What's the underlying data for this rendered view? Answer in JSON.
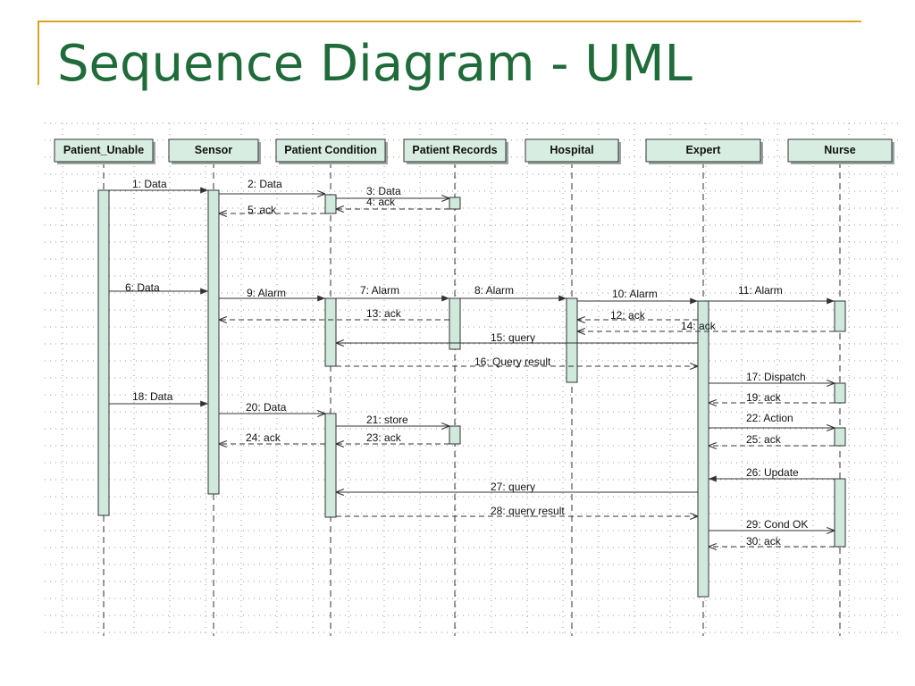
{
  "slide": {
    "title": "Sequence Diagram - UML"
  },
  "colors": {
    "accent_line": "#d9a520",
    "title": "#1f6b3a",
    "header_fill": "#d8ede2",
    "activation_fill": "#cfe9dc",
    "stroke": "#333333",
    "grid": "#9a9a9a"
  },
  "participants": [
    {
      "id": "patient_unable",
      "label": "Patient_Unable"
    },
    {
      "id": "sensor",
      "label": "Sensor"
    },
    {
      "id": "patient_condition",
      "label": "Patient Condition"
    },
    {
      "id": "patient_records",
      "label": "Patient Records"
    },
    {
      "id": "hospital",
      "label": "Hospital"
    },
    {
      "id": "expert",
      "label": "Expert"
    },
    {
      "id": "nurse",
      "label": "Nurse"
    }
  ],
  "messages": [
    {
      "label": "1: Data",
      "from": "patient_unable",
      "to": "sensor",
      "kind": "sync"
    },
    {
      "label": "2: Data",
      "from": "sensor",
      "to": "patient_condition",
      "kind": "async"
    },
    {
      "label": "3: Data",
      "from": "patient_condition",
      "to": "patient_records",
      "kind": "async"
    },
    {
      "label": "4: ack",
      "from": "patient_records",
      "to": "patient_condition",
      "kind": "return"
    },
    {
      "label": "5: ack",
      "from": "patient_condition",
      "to": "sensor",
      "kind": "return"
    },
    {
      "label": "6: Data",
      "from": "patient_unable",
      "to": "sensor",
      "kind": "sync"
    },
    {
      "label": "9: Alarm",
      "from": "sensor",
      "to": "patient_condition",
      "kind": "sync"
    },
    {
      "label": "7: Alarm",
      "from": "patient_condition",
      "to": "patient_records",
      "kind": "sync"
    },
    {
      "label": "8: Alarm",
      "from": "patient_records",
      "to": "hospital",
      "kind": "sync"
    },
    {
      "label": "10: Alarm",
      "from": "hospital",
      "to": "expert",
      "kind": "sync"
    },
    {
      "label": "11: Alarm",
      "from": "expert",
      "to": "nurse",
      "kind": "sync"
    },
    {
      "label": "13: ack",
      "from": "patient_records",
      "to": "sensor",
      "kind": "return"
    },
    {
      "label": "12: ack",
      "from": "expert",
      "to": "hospital",
      "kind": "return"
    },
    {
      "label": "14: ack",
      "from": "nurse",
      "to": "hospital",
      "kind": "return"
    },
    {
      "label": "15: query",
      "from": "expert",
      "to": "patient_condition",
      "kind": "async"
    },
    {
      "label": "16: Query result",
      "from": "patient_condition",
      "to": "expert",
      "kind": "return"
    },
    {
      "label": "17: Dispatch",
      "from": "expert",
      "to": "nurse",
      "kind": "async"
    },
    {
      "label": "19: ack",
      "from": "nurse",
      "to": "expert",
      "kind": "return"
    },
    {
      "label": "18: Data",
      "from": "patient_unable",
      "to": "sensor",
      "kind": "sync"
    },
    {
      "label": "20: Data",
      "from": "sensor",
      "to": "patient_condition",
      "kind": "async"
    },
    {
      "label": "21: store",
      "from": "patient_condition",
      "to": "patient_records",
      "kind": "async"
    },
    {
      "label": "22: Action",
      "from": "expert",
      "to": "nurse",
      "kind": "async"
    },
    {
      "label": "23: ack",
      "from": "patient_records",
      "to": "patient_condition",
      "kind": "return"
    },
    {
      "label": "24: ack",
      "from": "patient_condition",
      "to": "sensor",
      "kind": "return"
    },
    {
      "label": "25: ack",
      "from": "nurse",
      "to": "expert",
      "kind": "return"
    },
    {
      "label": "26: Update",
      "from": "nurse",
      "to": "expert",
      "kind": "sync"
    },
    {
      "label": "27: query",
      "from": "expert",
      "to": "patient_condition",
      "kind": "async"
    },
    {
      "label": "28: query result",
      "from": "patient_condition",
      "to": "expert",
      "kind": "return"
    },
    {
      "label": "29: Cond OK",
      "from": "expert",
      "to": "nurse",
      "kind": "async"
    },
    {
      "label": "30: ack",
      "from": "nurse",
      "to": "expert",
      "kind": "return"
    }
  ]
}
